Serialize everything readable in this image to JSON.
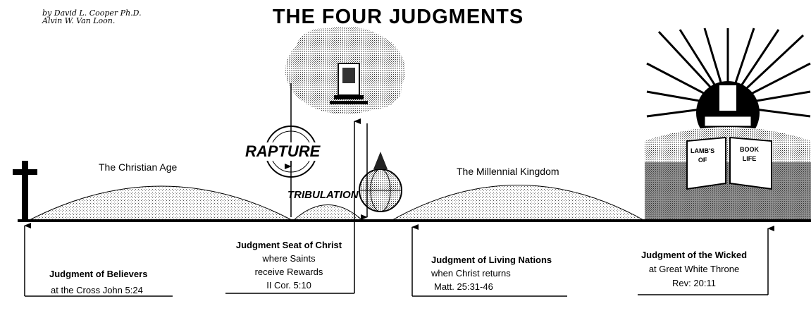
{
  "title": "THE FOUR JUDGMENTS",
  "signature": [
    "by David L. Cooper Ph.D.",
    "Alvin W. Van Loon."
  ],
  "ages": {
    "christian": "The Christian Age",
    "millennial": "The Millennial Kingdom"
  },
  "events": {
    "rapture": "RAPTURE",
    "tribulation": "TRIBULATION"
  },
  "book": {
    "left": [
      "LAMB'S",
      "OF"
    ],
    "right": [
      "BOOK",
      "LIFE"
    ]
  },
  "judgments": [
    {
      "title": "Judgment of Believers",
      "lines": [
        "at the Cross John 5:24"
      ]
    },
    {
      "title": "Judgment Seat of Christ",
      "lines": [
        "where Saints",
        "receive Rewards",
        "II Cor. 5:10"
      ]
    },
    {
      "title": "Judgment of Living Nations",
      "lines": [
        "when Christ returns",
        "Matt. 25:31-46"
      ]
    },
    {
      "title": "Judgment of the Wicked",
      "lines": [
        "at Great White Throne",
        "Rev: 20:11"
      ]
    }
  ]
}
